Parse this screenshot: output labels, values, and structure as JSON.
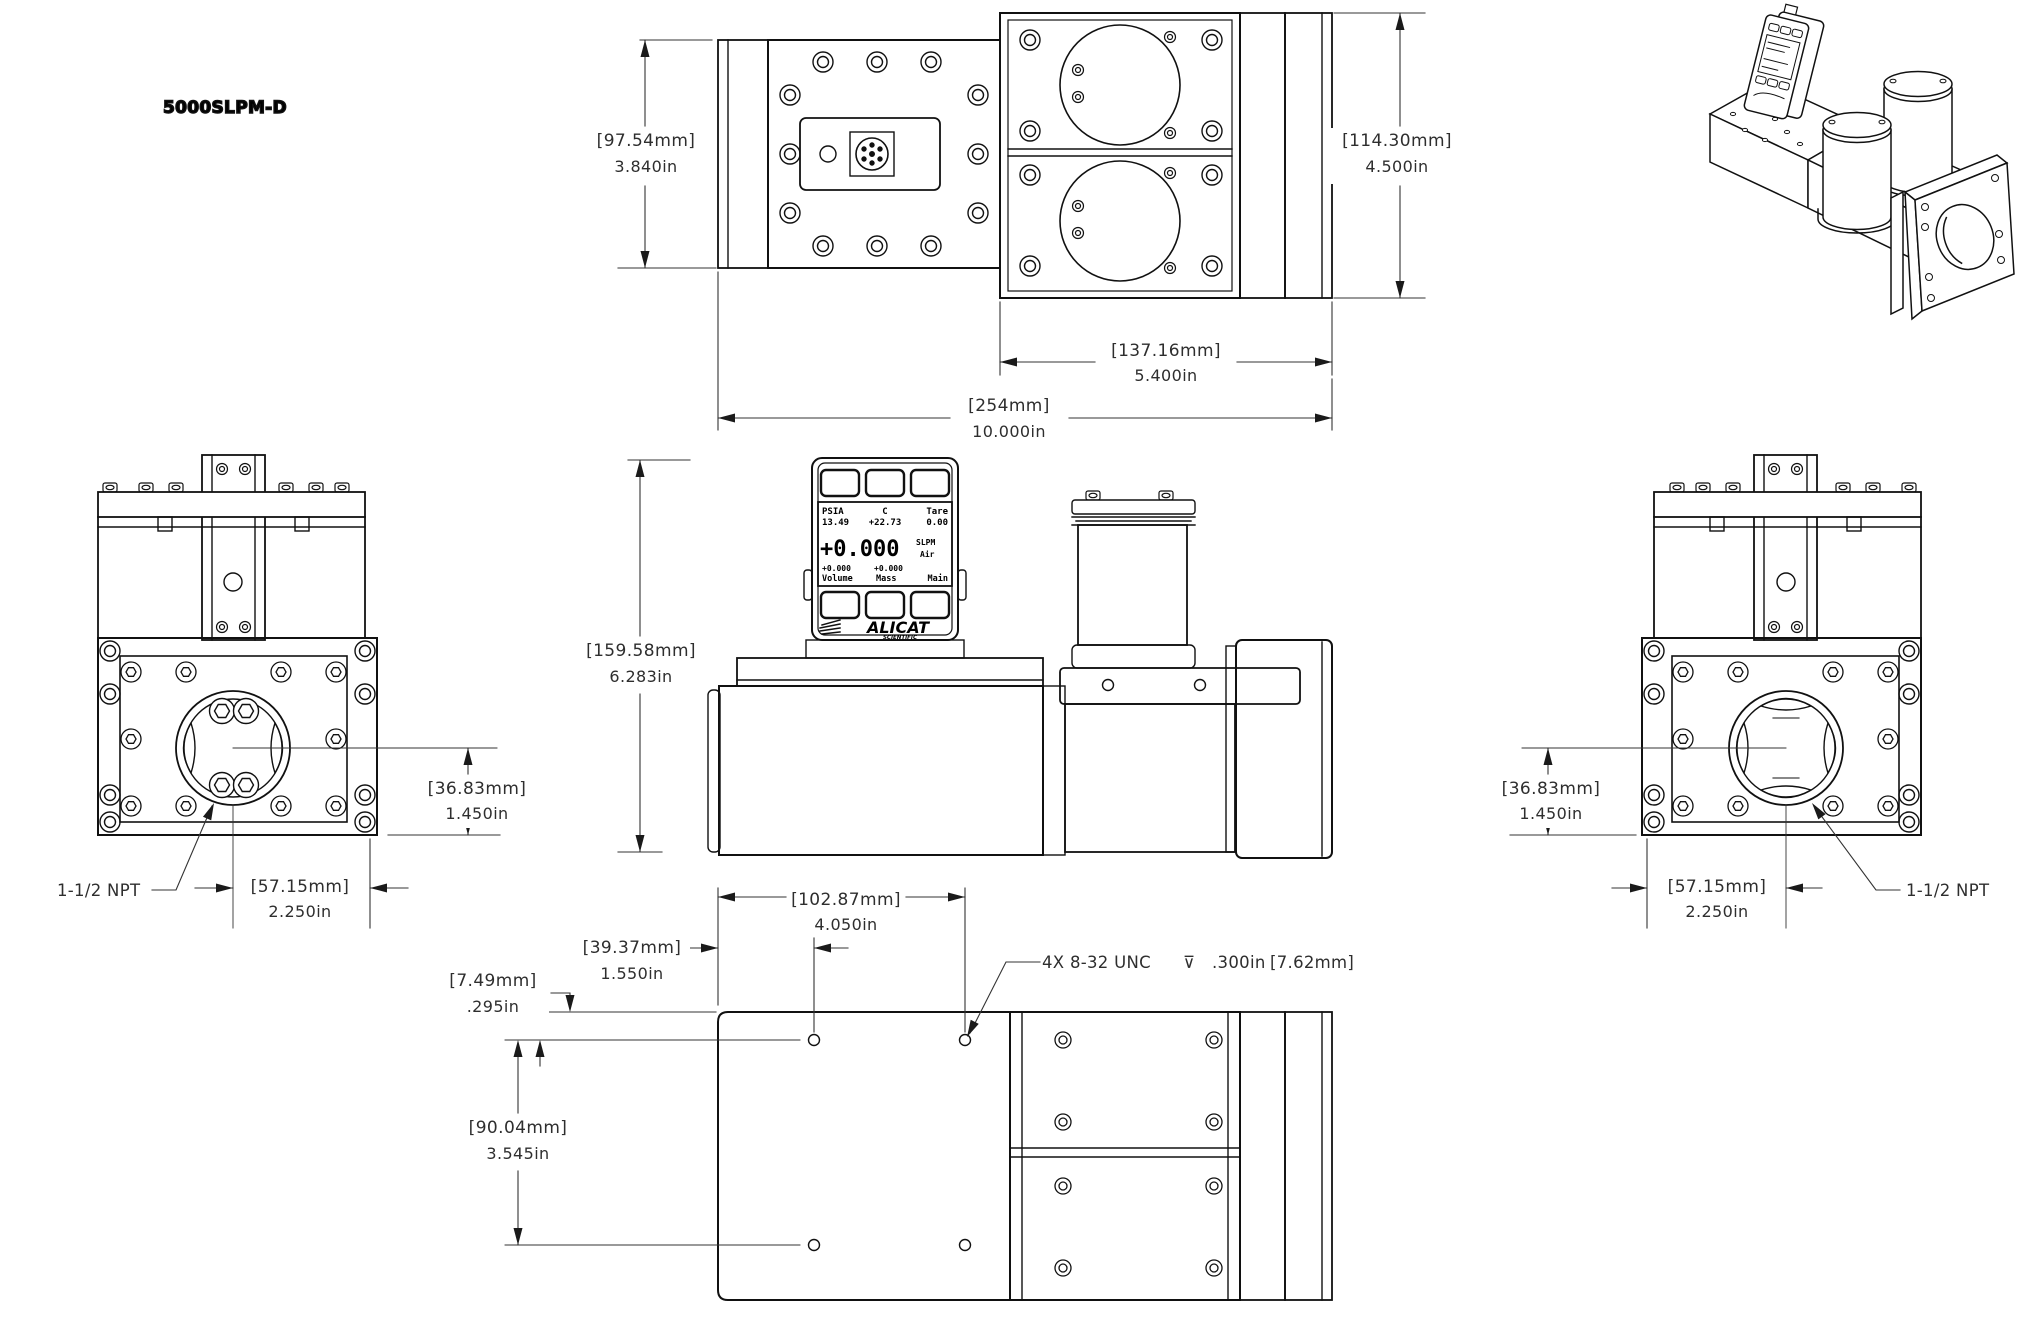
{
  "title": "5000SLPM-D",
  "dims": {
    "d97": {
      "mm": "[97.54mm]",
      "in": "3.840in"
    },
    "d114": {
      "mm": "[114.30mm]",
      "in": "4.500in"
    },
    "d137": {
      "mm": "[137.16mm]",
      "in": "5.400in"
    },
    "d254": {
      "mm": "[254mm]",
      "in": "10.000in"
    },
    "d36L": {
      "mm": "[36.83mm]",
      "in": "1.450in"
    },
    "d57L": {
      "mm": "[57.15mm]",
      "in": "2.250in"
    },
    "d159": {
      "mm": "[159.58mm]",
      "in": "6.283in"
    },
    "d36R": {
      "mm": "[36.83mm]",
      "in": "1.450in"
    },
    "d57R": {
      "mm": "[57.15mm]",
      "in": "2.250in"
    },
    "d102": {
      "mm": "[102.87mm]",
      "in": "4.050in"
    },
    "d39": {
      "mm": "[39.37mm]",
      "in": "1.550in"
    },
    "d7": {
      "mm": "[7.49mm]",
      "in": ".295in"
    },
    "d90": {
      "mm": "[90.04mm]",
      "in": "3.545in"
    }
  },
  "labels": {
    "npt_left": "1-1/2 NPT",
    "npt_right": "1-1/2 NPT",
    "tap_qty_spec": "4X 8-32 UNC",
    "tap_depth_symbol": "⊽",
    "tap_depth_in": ".300in",
    "tap_depth_mm": "[7.62mm]"
  },
  "display": {
    "col1_label": "PSIA",
    "col1_value": "13.49",
    "col2_label": "C",
    "col2_value": "+22.73",
    "col3_label": "Tare",
    "col3_value": "0.00",
    "main_value": "+0.000",
    "main_unit": "SLPM",
    "main_gas": "Air",
    "sub1_value": "+0.000",
    "sub1_label": "Volume",
    "sub2_value": "+0.000",
    "sub2_label": "Mass",
    "menu_label": "Main",
    "brand": "ALICAT",
    "brand_sub": "SCIENTIFIC"
  }
}
